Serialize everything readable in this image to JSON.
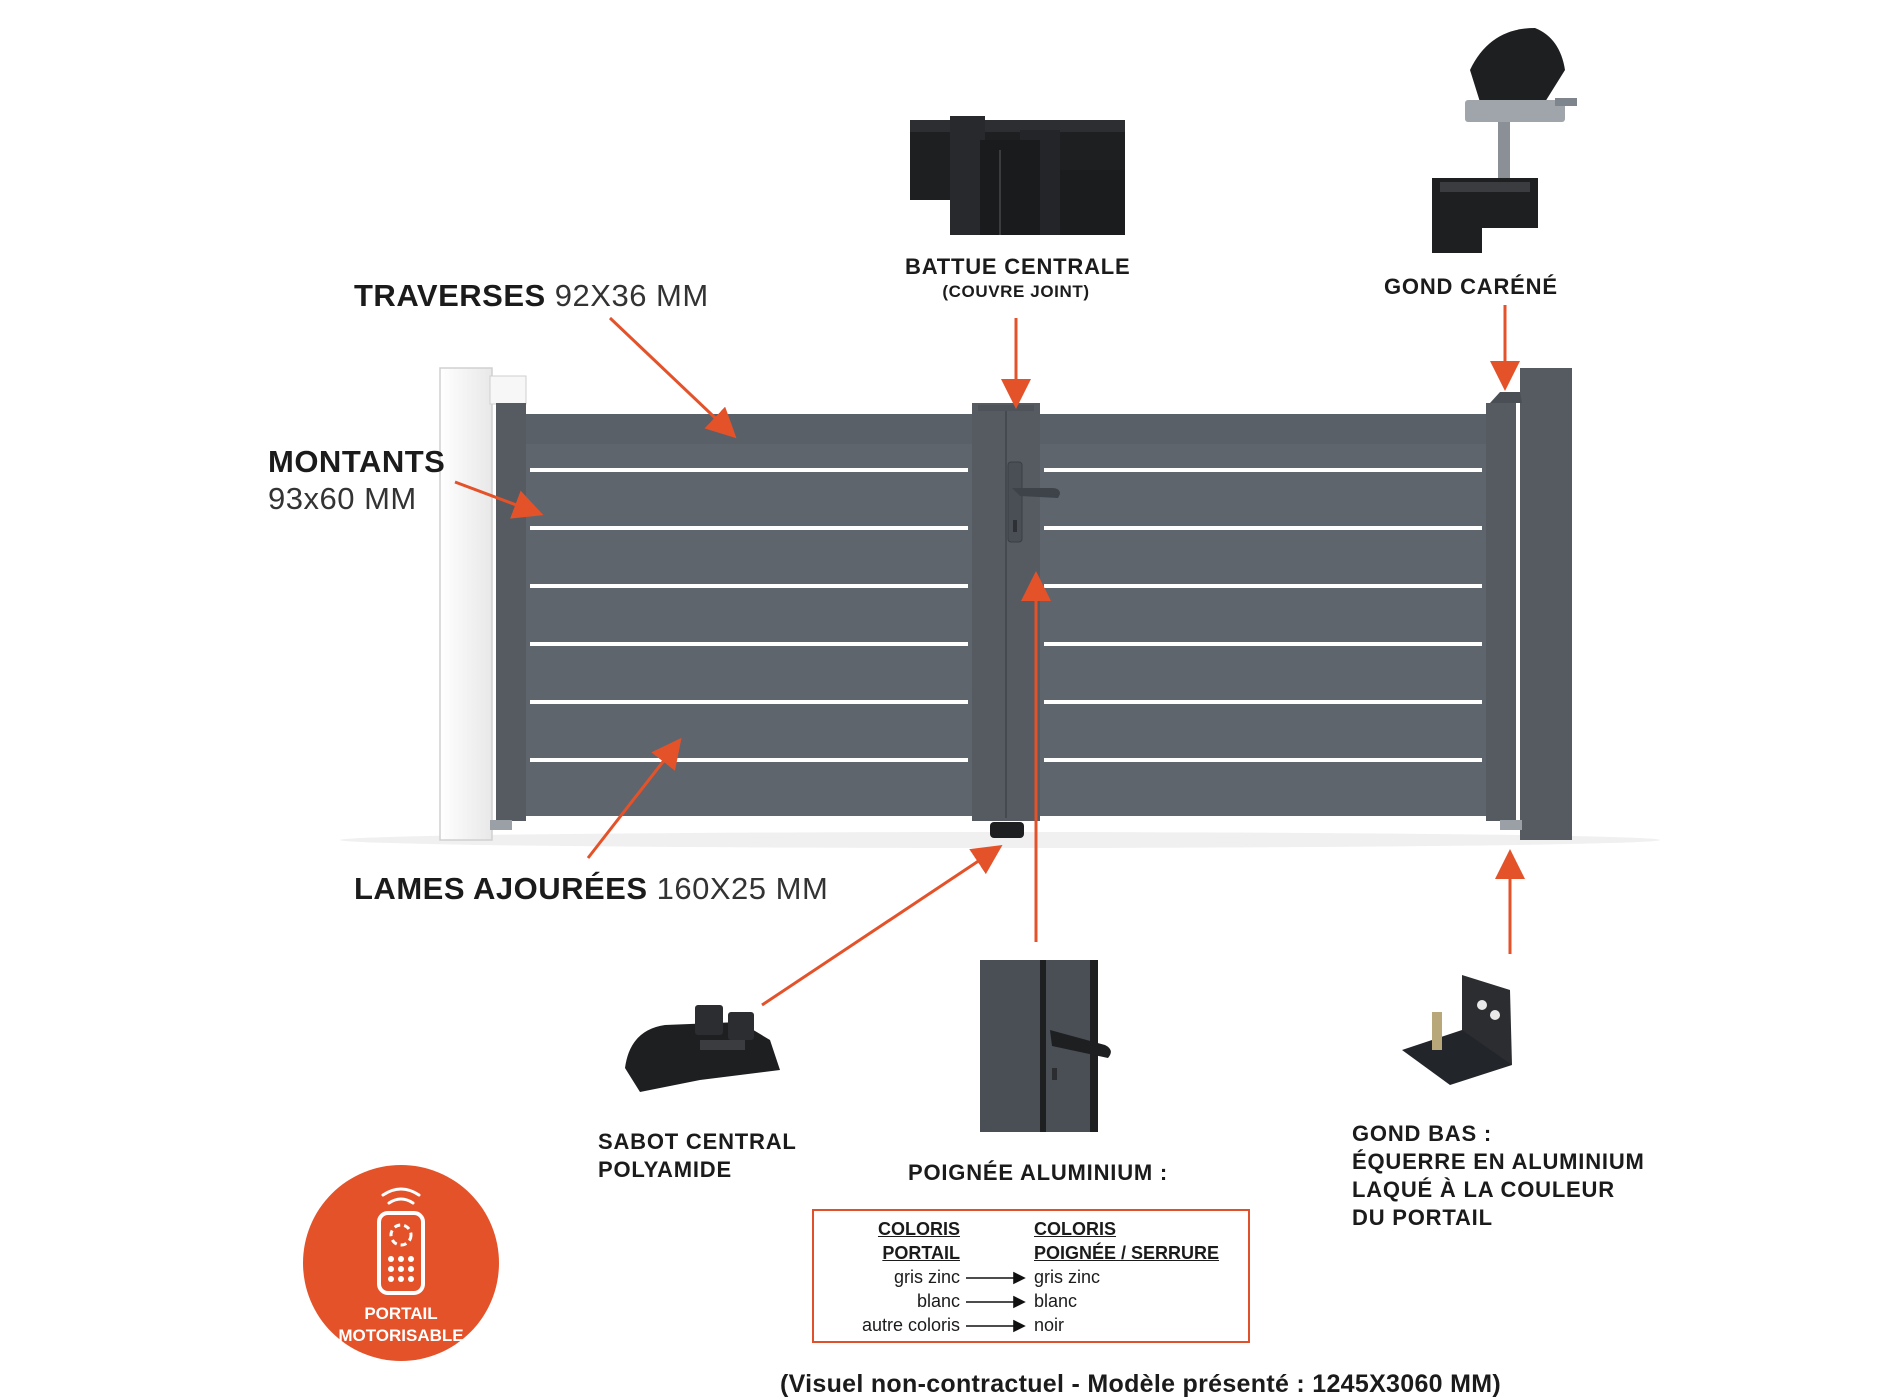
{
  "colors": {
    "accent": "#e4522a",
    "gate_panel": "#5d636b",
    "gate_frame": "#565b62",
    "hardware": "#1e1f21",
    "slot": "#ffffff"
  },
  "labels": {
    "traverses_bold": "TRAVERSES",
    "traverses_dim": " 92X36 MM",
    "montants_bold": "MONTANTS",
    "montants_dim": "93x60 MM",
    "lames_bold": "LAMES AJOURÉES",
    "lames_dim": " 160X25 MM",
    "battue_line1": "BATTUE CENTRALE",
    "battue_line2": "(COUVRE JOINT)",
    "gond_carene": "GOND CARÉNÉ",
    "sabot_line1": "SABOT CENTRAL",
    "sabot_line2": "POLYAMIDE",
    "poignee": "POIGNÉE ALUMINIUM :",
    "gond_bas_line1": "GOND BAS :",
    "gond_bas_line2": "ÉQUERRE EN ALUMINIUM",
    "gond_bas_line3": "LAQUÉ À LA COULEUR",
    "gond_bas_line4": "DU PORTAIL"
  },
  "color_table": {
    "left_header_1": "COLORIS",
    "left_header_2": "PORTAIL",
    "right_header_1": "COLORIS",
    "right_header_2": "POIGNÉE / SERRURE",
    "rows": [
      {
        "portail": "gris zinc",
        "poignee": "gris zinc"
      },
      {
        "portail": "blanc",
        "poignee": "blanc"
      },
      {
        "portail": "autre coloris",
        "poignee": "noir"
      }
    ]
  },
  "badge": {
    "line1": "PORTAIL",
    "line2": "MOTORISABLE",
    "icon": "remote-control-icon"
  },
  "footnote": "(Visuel non-contractuel - Modèle présenté : 1245X3060 MM)"
}
